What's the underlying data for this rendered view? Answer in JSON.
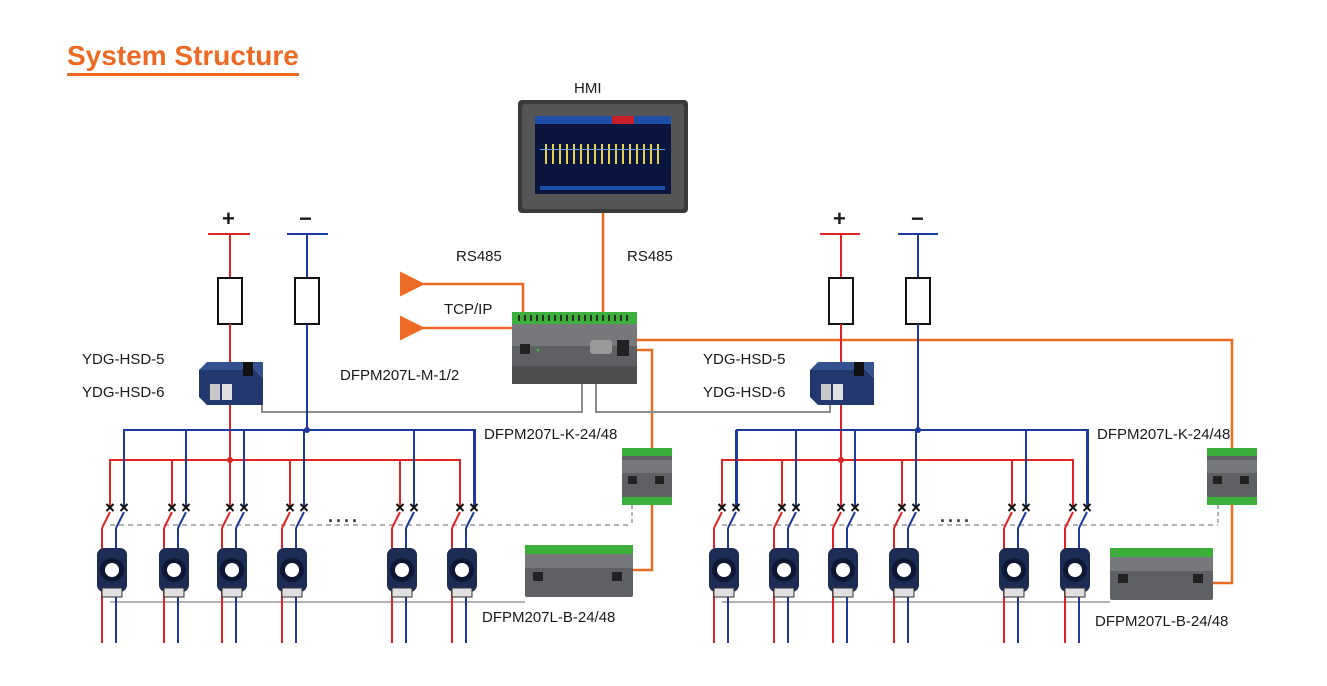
{
  "title": "System Structure",
  "labels": {
    "hmi": "HMI",
    "rs485_left": "RS485",
    "rs485_right": "RS485",
    "tcpip": "TCP/IP",
    "master_module": "DFPM207L-M-1/2",
    "sensor_left_1": "YDG-HSD-5",
    "sensor_left_2": "YDG-HSD-6",
    "sensor_right_1": "YDG-HSD-5",
    "sensor_right_2": "YDG-HSD-6",
    "k_module_left": "DFPM207L-K-24/48",
    "k_module_right": "DFPM207L-K-24/48",
    "b_module_left": "DFPM207L-B-24/48",
    "b_module_right": "DFPM207L-B-24/48",
    "plus_left": "+",
    "minus_left": "−",
    "plus_right": "+",
    "minus_right": "−",
    "ellipsis_left": "....",
    "ellipsis_right": "...."
  },
  "colors": {
    "accent": "#ec6a24",
    "positive": "#e02424",
    "negative": "#1e3a9c",
    "signal": "#ec6a24",
    "neutral_wire": "#8c8c8c"
  },
  "icons": [
    "hmi-touchscreen-icon",
    "fuse-icon",
    "hall-sensor-icon",
    "current-transformer-icon",
    "din-rail-module-icon",
    "arrow-icon"
  ]
}
